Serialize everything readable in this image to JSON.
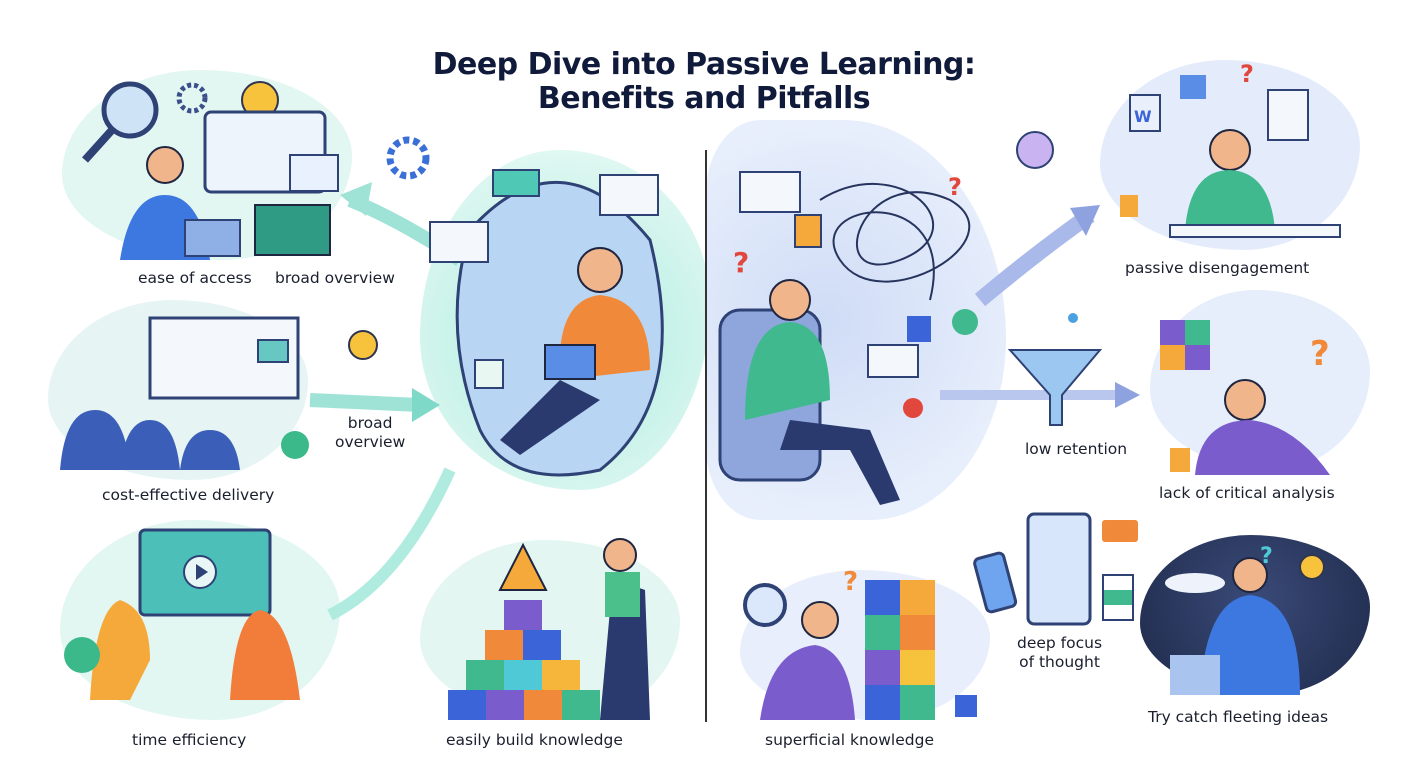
{
  "title": {
    "line1": "Deep Dive into Passive Learning:",
    "line2": "Benefits and Pitfalls"
  },
  "benefits": {
    "ease_of_access": "ease of access",
    "broad_overview_top": "broad overview",
    "cost_effective_delivery": "cost-effective delivery",
    "broad_overview_arrow_1": "broad",
    "broad_overview_arrow_2": "overview",
    "time_efficiency": "time efficiency",
    "easily_build_knowledge": "easily build knowledge"
  },
  "pitfalls": {
    "passive_disengagement": "passive disengagement",
    "low_retention": "low retention",
    "lack_of_critical_analysis": "lack of critical analysis",
    "deep_focus_1": "deep focus",
    "deep_focus_2": "of thought",
    "superficial_knowledge": "superficial knowledge",
    "fleeting_ideas": "Try catch fleeting ideas"
  },
  "doc_letter": "W",
  "colors": {
    "title": "#101a3a",
    "teal": "#5fd6c4",
    "light_teal": "#dff6f1",
    "light_blue": "#e4ecfb",
    "navy": "#26345e",
    "orange": "#f28a3a",
    "purple": "#7b5ccc",
    "red": "#e2473d",
    "yellow": "#f7c23c"
  }
}
